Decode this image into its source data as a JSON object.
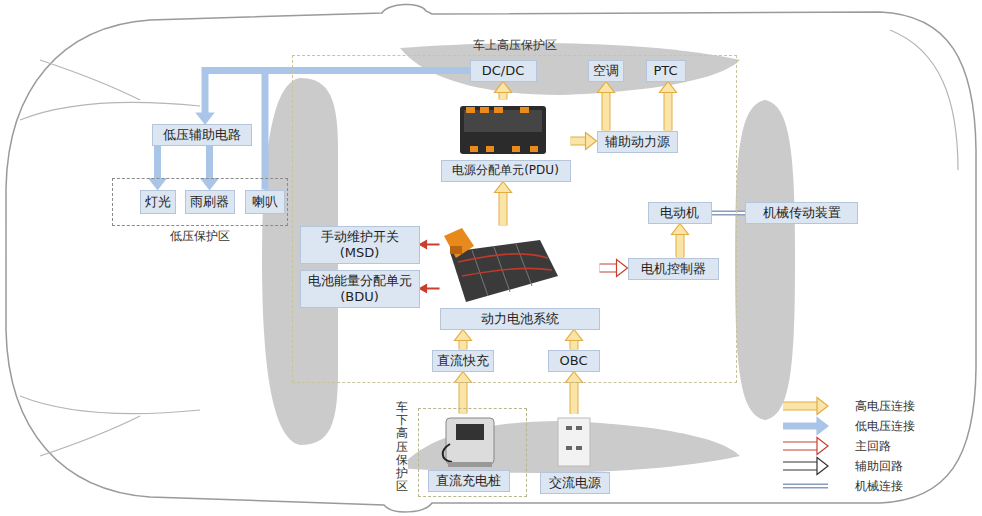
{
  "diagram": {
    "nodes": [
      {
        "text": [
          "车上高压保护区"
        ]
      },
      {
        "text": [
          "DC/DC"
        ],
        "in": 0
      },
      {
        "text": [
          "空调"
        ],
        "in": 0
      },
      {
        "text": [
          "PTC"
        ],
        "in": 0
      },
      {
        "text": [
          "电源分配单元(PDU)"
        ],
        "in": 0
      },
      {
        "text": [
          "辅助动力源"
        ],
        "in": 0
      },
      {
        "text": [
          "电动机"
        ],
        "in": 0
      },
      {
        "text": [
          "电机控制器"
        ],
        "in": 0
      },
      {
        "text": [
          "手动维护开关 (MSD)"
        ],
        "in": 0
      },
      {
        "text": [
          "电池能量分配单元 (BDU)"
        ],
        "in": 0
      },
      {
        "text": [
          "动力电池系统"
        ],
        "in": 0
      },
      {
        "text": [
          "直流快充"
        ],
        "in": 0
      },
      {
        "text": [
          "OBC"
        ],
        "in": 0
      },
      {
        "text": [
          "低压辅助电路"
        ]
      },
      {
        "text": [
          "低压保护区"
        ]
      },
      {
        "text": [
          "灯光"
        ],
        "in": 14
      },
      {
        "text": [
          "雨刷器"
        ],
        "in": 14
      },
      {
        "text": [
          "喇叭"
        ],
        "in": 14
      },
      {
        "text": [
          "机械传动装置"
        ]
      },
      {
        "text": [
          "车下高压保护区"
        ]
      },
      {
        "text": [
          "直流充电桩"
        ],
        "in": 19
      },
      {
        "text": [
          "交流电源"
        ]
      }
    ],
    "edges": [
      {
        "from": 4,
        "to": 1,
        "arrow": "to"
      },
      {
        "from": 4,
        "to": 5,
        "arrow": "to"
      },
      {
        "from": 5,
        "to": 2,
        "arrow": "to"
      },
      {
        "from": 5,
        "to": 3,
        "arrow": "to"
      },
      {
        "from": 1,
        "to": 13,
        "arrow": "to"
      },
      {
        "from": 1,
        "to": 17,
        "arrow": "none"
      },
      {
        "from": 13,
        "to": 15,
        "arrow": "to"
      },
      {
        "from": 13,
        "to": 16,
        "arrow": "to"
      },
      {
        "from": 10,
        "to": 4,
        "arrow": "to"
      },
      {
        "from": 10,
        "to": 8,
        "arrow": "to"
      },
      {
        "from": 10,
        "to": 9,
        "arrow": "to"
      },
      {
        "from": 10,
        "to": 7,
        "arrow": "to"
      },
      {
        "from": 7,
        "to": 6,
        "arrow": "to"
      },
      {
        "from": 6,
        "to": 18,
        "arrow": "none"
      },
      {
        "from": 11,
        "to": 10,
        "arrow": "to"
      },
      {
        "from": 12,
        "to": 10,
        "arrow": "to"
      },
      {
        "from": 20,
        "to": 11,
        "arrow": "to"
      },
      {
        "from": 21,
        "to": 12,
        "arrow": "to"
      }
    ],
    "legend": [
      {
        "text": "高电压连接"
      },
      {
        "text": "低电压连接"
      },
      {
        "text": "主回路"
      },
      {
        "text": "辅助回路"
      },
      {
        "text": "机械连接"
      }
    ]
  }
}
